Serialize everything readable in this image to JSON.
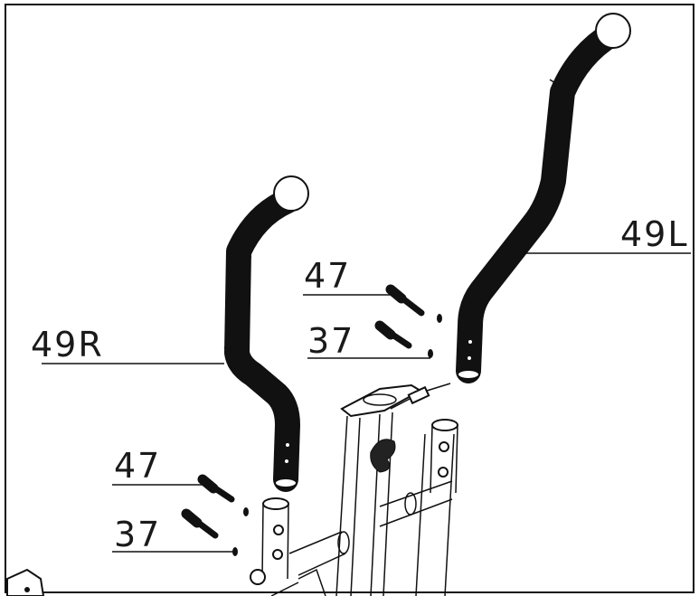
{
  "labels": {
    "handle_left": "49L",
    "handle_right": "49R",
    "bolt_upper_left": "47",
    "washer_upper_left": "37",
    "bolt_lower_right": "47",
    "washer_lower_right": "37"
  }
}
